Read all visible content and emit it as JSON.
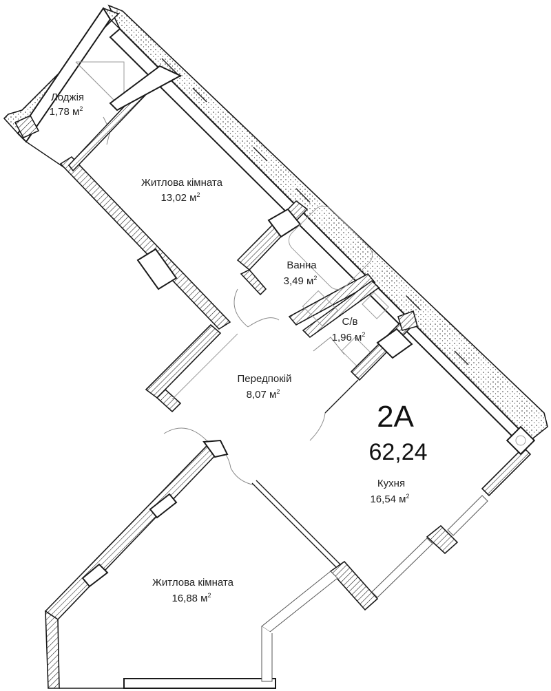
{
  "apartment": {
    "code": "2A",
    "total_area": "62,24"
  },
  "unit_sup": "2",
  "rooms": {
    "loggia": {
      "name": "Лоджія",
      "area": "1,78 м"
    },
    "living1": {
      "name": "Житлова кімната",
      "area": "13,02 м"
    },
    "bath": {
      "name": "Ванна",
      "area": "3,49 м"
    },
    "wc": {
      "name": "С/в",
      "area": "1,96 м"
    },
    "hall": {
      "name": "Передпокій",
      "area": "8,07 м"
    },
    "kitchen": {
      "name": "Кухня",
      "area": "16,54 м"
    },
    "living2": {
      "name": "Житлова кімната",
      "area": "16,88 м"
    }
  }
}
